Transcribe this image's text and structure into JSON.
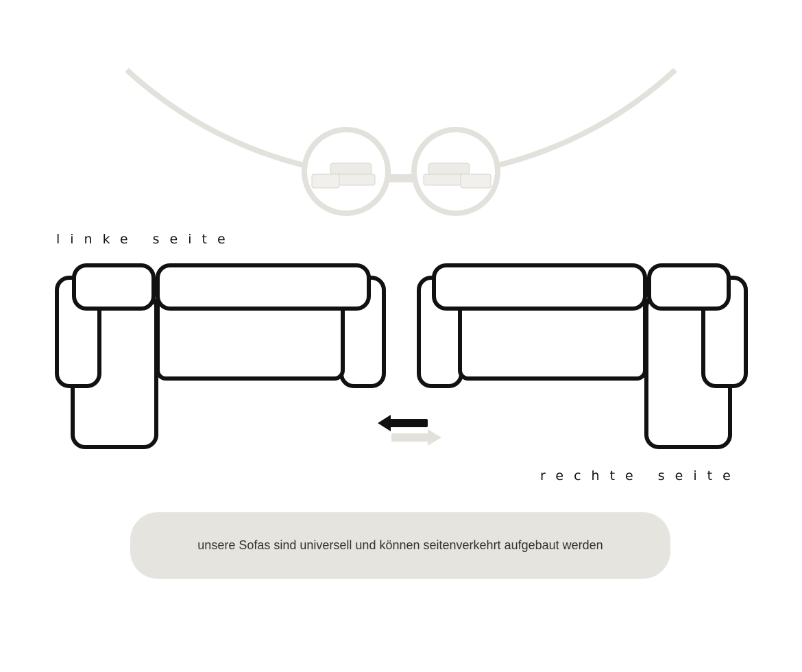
{
  "labels": {
    "left": "linke seite",
    "right": "rechte seite"
  },
  "note": "unsere Sofas sind universell und können seitenverkehrt aufgebaut werden",
  "colors": {
    "accent": "#e3e1dc",
    "outline": "#111111"
  }
}
